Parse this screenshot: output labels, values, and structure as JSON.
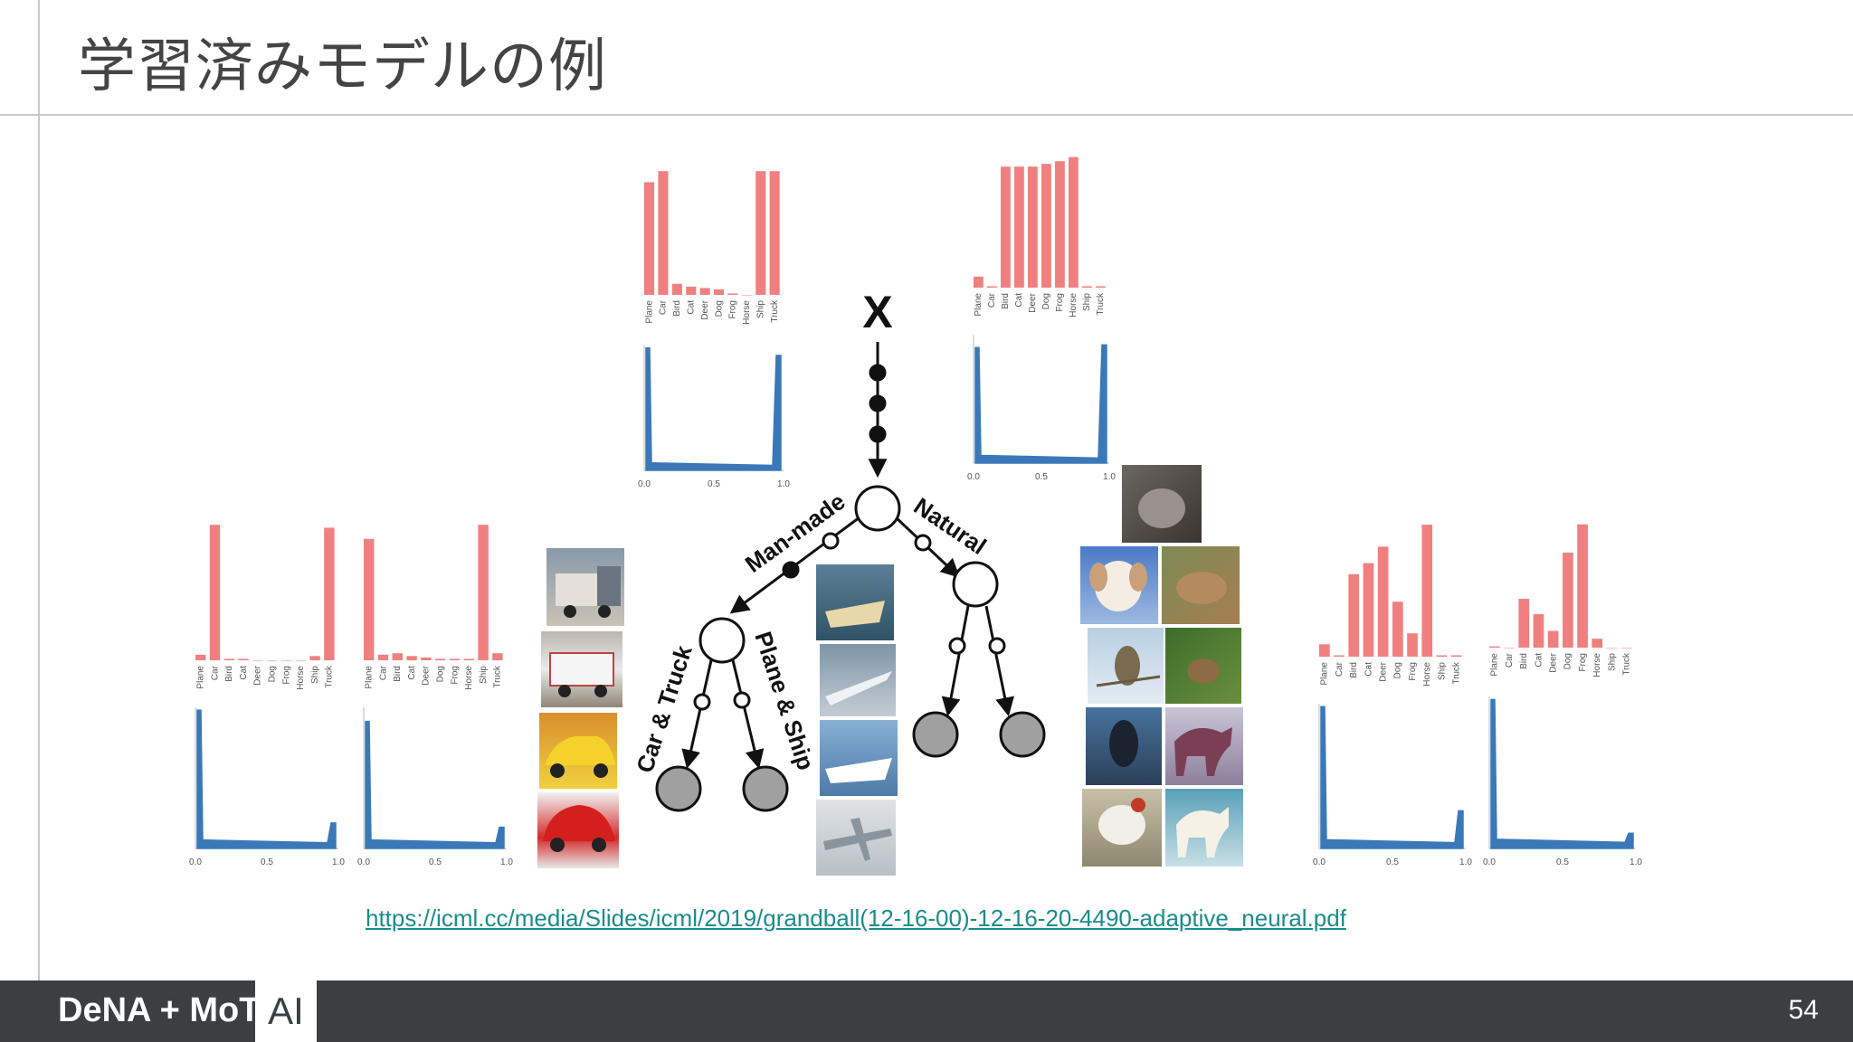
{
  "slide": {
    "title": "学習済みモデルの例",
    "page_number": "54",
    "source_url": "https://icml.cc/media/Slides/icml/2019/grandball(12-16-00)-12-16-20-4490-adaptive_neural.pdf"
  },
  "footer": {
    "brand": "DeNA + MoT",
    "ai": "AI"
  },
  "diagram": {
    "root_label": "X",
    "edge_labels": {
      "man_made": "Man-made",
      "natural": "Natural",
      "car_truck": "Car & Truck",
      "plane_ship": "Plane & Ship"
    },
    "classes": [
      "Plane",
      "Car",
      "Bird",
      "Cat",
      "Deer",
      "Dog",
      "Frog",
      "Horse",
      "Ship",
      "Truck"
    ],
    "hist_ticks": [
      "0.0",
      "0.5",
      "1.0"
    ],
    "bar_color": "#f08080",
    "hist_color": "#3b78b8",
    "panels": [
      {
        "id": "root",
        "bars": [
          0.82,
          0.9,
          0.08,
          0.06,
          0.05,
          0.04,
          0.01,
          0.0,
          0.9,
          0.9
        ]
      },
      {
        "id": "natural",
        "bars": [
          0.08,
          0.01,
          0.88,
          0.88,
          0.88,
          0.9,
          0.92,
          0.95,
          0.01,
          0.01
        ]
      },
      {
        "id": "car-truck-a",
        "bars": [
          0.04,
          0.96,
          0.01,
          0.01,
          0.0,
          0.0,
          0.0,
          0.0,
          0.03,
          0.94
        ]
      },
      {
        "id": "car-truck-b",
        "bars": [
          0.86,
          0.04,
          0.05,
          0.03,
          0.02,
          0.01,
          0.01,
          0.01,
          0.96,
          0.05
        ]
      },
      {
        "id": "natural-a",
        "bars": [
          0.09,
          0.01,
          0.6,
          0.68,
          0.8,
          0.4,
          0.17,
          0.96,
          0.01,
          0.01
        ]
      },
      {
        "id": "natural-b",
        "bars": [
          0.01,
          0.0,
          0.38,
          0.26,
          0.13,
          0.74,
          0.96,
          0.07,
          0.0,
          0.0
        ]
      }
    ]
  }
}
